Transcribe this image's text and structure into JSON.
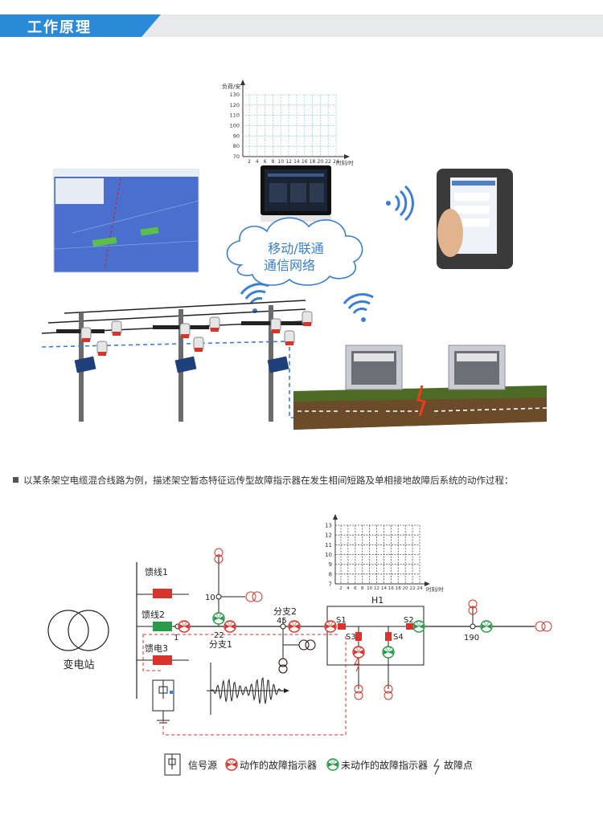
{
  "header": {
    "title": "工作原理"
  },
  "top_chart": {
    "ylabel": "负荷/安",
    "xlabel": "时刻/时",
    "yticks": [
      "130",
      "120",
      "110",
      "100",
      "90",
      "80",
      "70"
    ],
    "xticks": [
      "2",
      "4",
      "6",
      "8",
      "10",
      "12",
      "14",
      "16",
      "18",
      "20",
      "22",
      "24"
    ]
  },
  "cloud": {
    "line1": "移动/联通",
    "line2": "通信网络"
  },
  "caption": "以某条架空电缆混合线路为例，描述架空暂态特征远传型故障指示器在发生相间短路及单相接地故障后系统的动作过程：",
  "diagram": {
    "substation": "变电站",
    "feeder1": "馈线1",
    "feeder2": "馈线2",
    "feeder3": "馈电3",
    "branch1": "分支1",
    "branch2": "分支2",
    "node_1": "1",
    "node_10": "10",
    "node_22": "22",
    "node_45": "45",
    "node_190": "190",
    "h1": "H1",
    "s1": "S1",
    "s2": "S2",
    "s3": "S3",
    "s4": "S4"
  },
  "small_chart": {
    "yticks": [
      "13",
      "12",
      "11",
      "10",
      "9",
      "8",
      "7"
    ],
    "xticks": [
      "2",
      "4",
      "6",
      "8",
      "10",
      "12",
      "14",
      "16",
      "18",
      "20",
      "22",
      "24"
    ],
    "xlabel": "时刻/时"
  },
  "legend": {
    "signal_source": "信号源",
    "actuated": "动作的故障指示器",
    "not_actuated": "未动作的故障指示器",
    "fault_point": "故障点"
  },
  "colors": {
    "accent": "#2a8ad8",
    "red": "#d9342b",
    "green": "#2a9a4a"
  }
}
